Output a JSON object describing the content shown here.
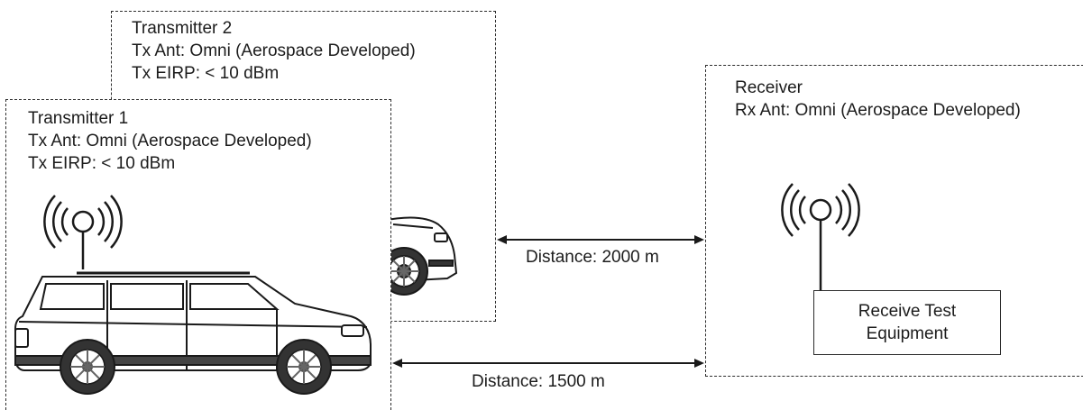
{
  "transmitter_2": {
    "title": "Transmitter  2",
    "antenna": "Tx Ant: Omni (Aerospace Developed)",
    "eirp": "Tx EIRP: < 10 dBm",
    "icon": "car-icon"
  },
  "transmitter_1": {
    "title": "Transmitter 1",
    "antenna": "Tx Ant: Omni (Aerospace Developed)",
    "eirp": "Tx EIRP: < 10 dBm",
    "icon": "car-with-antenna-icon"
  },
  "receiver": {
    "title": "Receiver",
    "antenna": "Rx Ant: Omni (Aerospace Developed)",
    "equipment": {
      "line1": "Receive Test",
      "line2": "Equipment"
    },
    "icon": "antenna-icon"
  },
  "links": {
    "tx2_to_rx": "Distance: 2000 m",
    "tx1_to_rx": "Distance: 1500 m"
  },
  "colors": {
    "line": "#1a1a1a",
    "border": "#2b2b2b",
    "background": "#ffffff"
  }
}
